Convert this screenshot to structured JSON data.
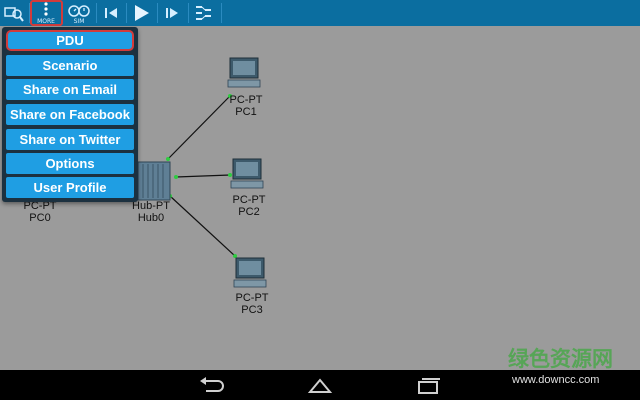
{
  "toolbar": {
    "more_label": "MORE",
    "sim_label": "SIM"
  },
  "menu": {
    "items": [
      {
        "label": "PDU"
      },
      {
        "label": "Scenario"
      },
      {
        "label": "Share on Email"
      },
      {
        "label": "Share on Facebook"
      },
      {
        "label": "Share on Twitter"
      },
      {
        "label": "Options"
      },
      {
        "label": "User Profile"
      }
    ]
  },
  "devices": {
    "pc0": {
      "type": "PC-PT",
      "name": "PC0"
    },
    "hub0": {
      "type": "Hub-PT",
      "name": "Hub0"
    },
    "pc1": {
      "type": "PC-PT",
      "name": "PC1"
    },
    "pc2": {
      "type": "PC-PT",
      "name": "PC2"
    },
    "pc3": {
      "type": "PC-PT",
      "name": "PC3"
    }
  },
  "watermark": {
    "text": "绿色资源网",
    "url": "www.downcc.com"
  },
  "colors": {
    "toolbar": "#0b6ea0",
    "canvas": "#9b9b9b",
    "menu_item": "#1f9ee3",
    "highlight": "#d23b3b",
    "link_dot": "#2ecc40"
  }
}
